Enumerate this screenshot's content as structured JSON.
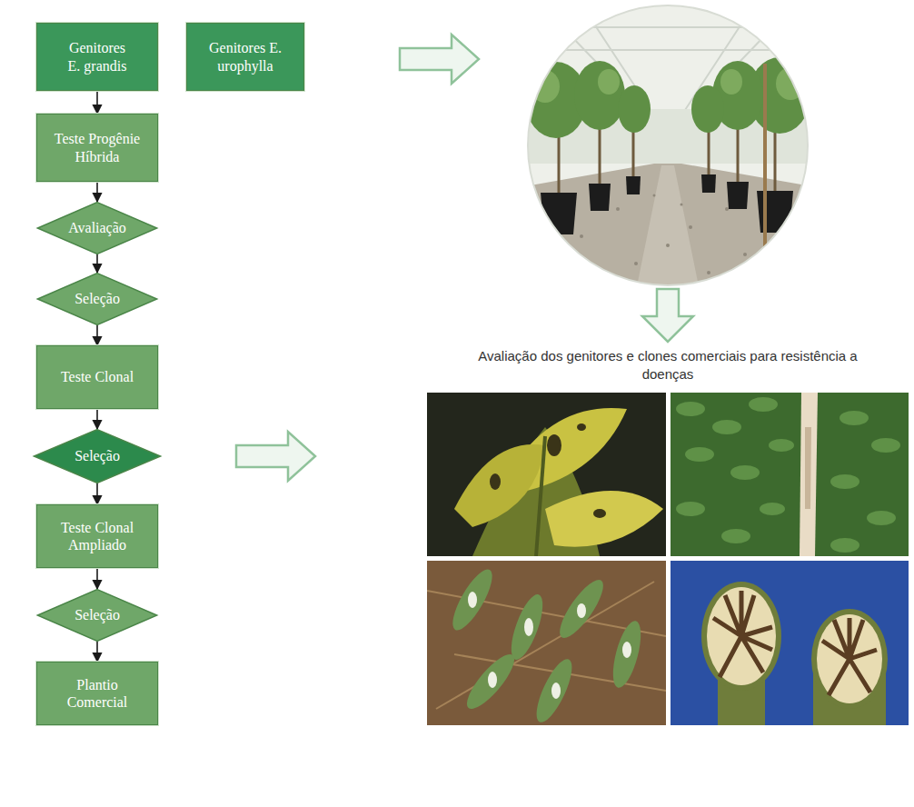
{
  "diagram": {
    "nodes": [
      {
        "text": [
          "Genitores E. grandis"
        ]
      },
      {
        "text": [
          "Genitores E. urophylla"
        ]
      },
      {
        "text": [
          "Teste Progênie Híbrida"
        ]
      },
      {
        "text": [
          "Avaliação"
        ]
      },
      {
        "text": [
          "Seleção"
        ]
      },
      {
        "text": [
          "Teste Clonal"
        ]
      },
      {
        "text": [
          "Seleção"
        ]
      },
      {
        "text": [
          "Teste Clonal Ampliado"
        ]
      },
      {
        "text": [
          "Seleção"
        ]
      },
      {
        "text": [
          "Plantio Comercial"
        ]
      }
    ],
    "edges": [
      {
        "from": 0,
        "to": 2,
        "arrow": "to"
      },
      {
        "from": 2,
        "to": 3,
        "arrow": "to"
      },
      {
        "from": 3,
        "to": 4,
        "arrow": "to"
      },
      {
        "from": 4,
        "to": 5,
        "arrow": "to"
      },
      {
        "from": 5,
        "to": 6,
        "arrow": "to"
      },
      {
        "from": 6,
        "to": 7,
        "arrow": "to"
      },
      {
        "from": 7,
        "to": 8,
        "arrow": "to"
      },
      {
        "from": 8,
        "to": 9,
        "arrow": "to"
      }
    ],
    "labels": [
      "Avaliação dos genitores e clones comerciais para resistência a doenças"
    ]
  }
}
